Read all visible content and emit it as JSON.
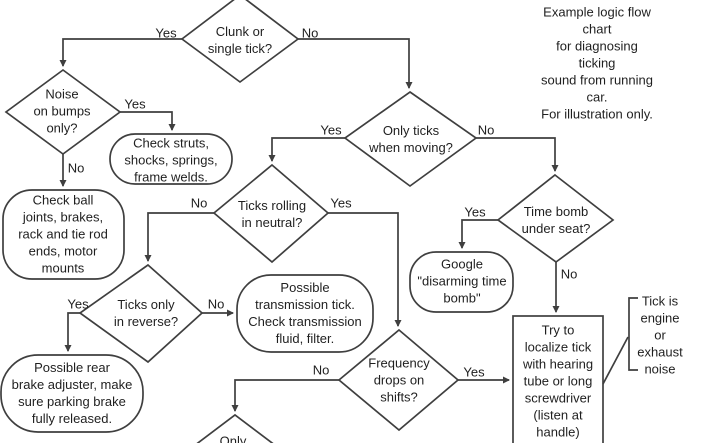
{
  "title": "Example logic flow chart\nfor diagnosing ticking\nsound from running car.\nFor illustration only.",
  "labels": {
    "yes": "Yes",
    "no": "No"
  },
  "nodes": {
    "clunk_or_single_tick": {
      "label": "Clunk or\nsingle tick?"
    },
    "noise_on_bumps": {
      "label": "Noise\non bumps\nonly?"
    },
    "check_struts": {
      "label": "Check struts,\nshocks, springs,\nframe welds."
    },
    "check_ball_joints": {
      "label": "Check ball\njoints, brakes,\nrack and tie rod\nends, motor\nmounts"
    },
    "only_ticks_when_moving": {
      "label": "Only ticks\nwhen moving?"
    },
    "ticks_rolling_in_neutral": {
      "label": "Ticks rolling\nin neutral?"
    },
    "ticks_only_in_reverse": {
      "label": "Ticks only\nin reverse?"
    },
    "possible_rear_brake": {
      "label": "Possible rear\nbrake adjuster, make\nsure parking brake\nfully released."
    },
    "possible_transmission": {
      "label": "Possible\ntransmission tick.\nCheck transmission\nfluid, filter."
    },
    "time_bomb_under_seat": {
      "label": "Time bomb\nunder seat?"
    },
    "google_disarming": {
      "label": "Google\n\"disarming time\nbomb\""
    },
    "frequency_drops_on_shifts": {
      "label": "Frequency\ndrops on\nshifts?"
    },
    "try_to_localize": {
      "label": "Try to\nlocalize tick\nwith hearing\ntube or long\nscrewdriver\n(listen at\nhandle)"
    },
    "only_partial": {
      "label": "Only"
    },
    "tick_engine_note": {
      "label": "Tick is\nengine or\nexhaust\nnoise"
    }
  },
  "colors": {
    "line": "#3f3f3f",
    "text": "#1f1f1f",
    "background": "#ffffff"
  }
}
